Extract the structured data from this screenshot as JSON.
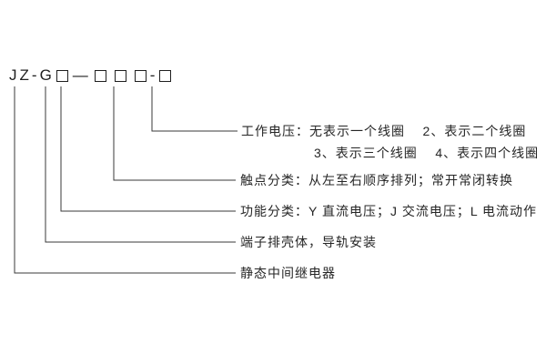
{
  "model_code": {
    "prefix": "JZ",
    "hyphen": "-",
    "letter": "G",
    "long_dash": "—"
  },
  "labels": {
    "working_voltage_line1": "工作电压：无表示一个线圈    2、表示二个线圈",
    "working_voltage_line2": "3、表示三个线圈    4、表示四个线圈",
    "contact_class": "触点分类：从左至右顺序排列；常开常闭转换",
    "function_class": "功能分类：Y 直流电压；J 交流电压；L 电流动作",
    "housing": "端子排壳体，导轨安装",
    "relay_type": "静态中间继电器"
  },
  "colors": {
    "line": "#3a3a3a",
    "text": "#262626"
  }
}
